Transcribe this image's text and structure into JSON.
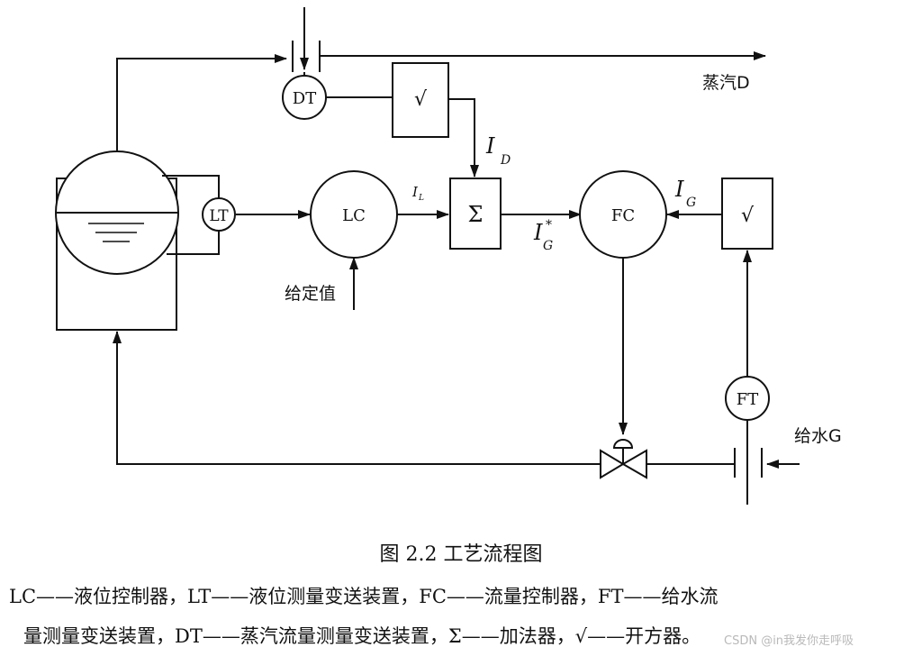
{
  "diagram": {
    "nodes": {
      "dt": "DT",
      "lt": "LT",
      "lc": "LC",
      "sum": "Σ",
      "sqrt_top": "√",
      "fc": "FC",
      "sqrt_right": "√",
      "ft": "FT"
    },
    "labels": {
      "steam": "蒸汽D",
      "setpoint": "给定值",
      "feedwater": "给水G",
      "i_d_main": "I",
      "i_d_sub": "D",
      "i_l_main": "I",
      "i_l_sub": "L",
      "i_g_star_main": "I",
      "i_g_star_sub": "G",
      "i_g_star_sup": "*",
      "i_g_main": "I",
      "i_g_sub": "G"
    }
  },
  "caption": "图 2.2  工艺流程图",
  "legend": {
    "line1": "LC——液位控制器，LT——液位测量变送装置，FC——流量控制器，FT——给水流",
    "line2": "量测量变送装置，DT——蒸汽流量测量变送装置，Σ——加法器，√——开方器。"
  },
  "watermark": "CSDN @in我发你走呼吸"
}
